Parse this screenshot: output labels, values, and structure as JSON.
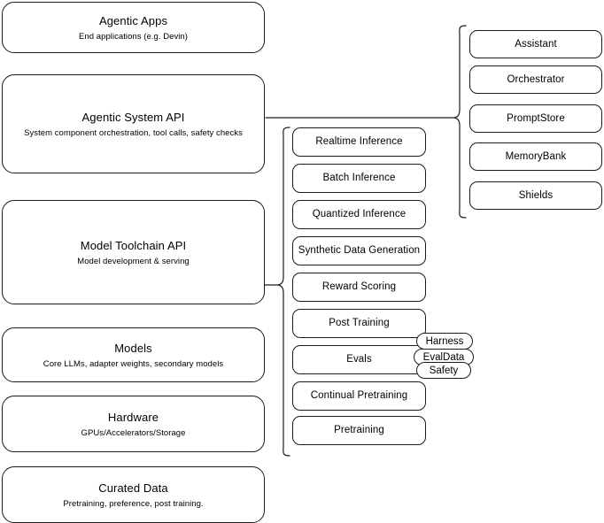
{
  "diagram": {
    "title": "AI stack layers diagram",
    "stroke_color": "#1a1a1a",
    "background_color": "#ffffff"
  },
  "left_column": {
    "name": "stack-layers",
    "items": [
      {
        "title": "Agentic Apps",
        "subtitle": "End applications (e.g. Devin)"
      },
      {
        "title": "Agentic System API",
        "subtitle": "System component orchestration, tool calls, safety checks"
      },
      {
        "title": "Model Toolchain API",
        "subtitle": "Model development & serving"
      },
      {
        "title": "Models",
        "subtitle": "Core LLMs, adapter weights, secondary models"
      },
      {
        "title": "Hardware",
        "subtitle": "GPUs/Accelerators/Storage"
      },
      {
        "title": "Curated Data",
        "subtitle": "Pretraining, preference, post training."
      }
    ]
  },
  "middle_column": {
    "name": "model-toolchain-capabilities",
    "items": [
      {
        "title": "Realtime Inference"
      },
      {
        "title": "Batch Inference"
      },
      {
        "title": "Quantized Inference"
      },
      {
        "title": "Synthetic Data Generation"
      },
      {
        "title": "Reward Scoring"
      },
      {
        "title": "Post Training"
      },
      {
        "title": "Evals"
      },
      {
        "title": "Continual Pretraining"
      },
      {
        "title": "Pretraining"
      }
    ]
  },
  "evals_badges": {
    "name": "evals-subcomponents",
    "items": [
      {
        "title": "Harness"
      },
      {
        "title": "EvalData"
      },
      {
        "title": "Safety"
      }
    ]
  },
  "right_column": {
    "name": "agentic-system-components",
    "items": [
      {
        "title": "Assistant"
      },
      {
        "title": "Orchestrator"
      },
      {
        "title": "PromptStore"
      },
      {
        "title": "MemoryBank"
      },
      {
        "title": "Shields"
      }
    ]
  }
}
